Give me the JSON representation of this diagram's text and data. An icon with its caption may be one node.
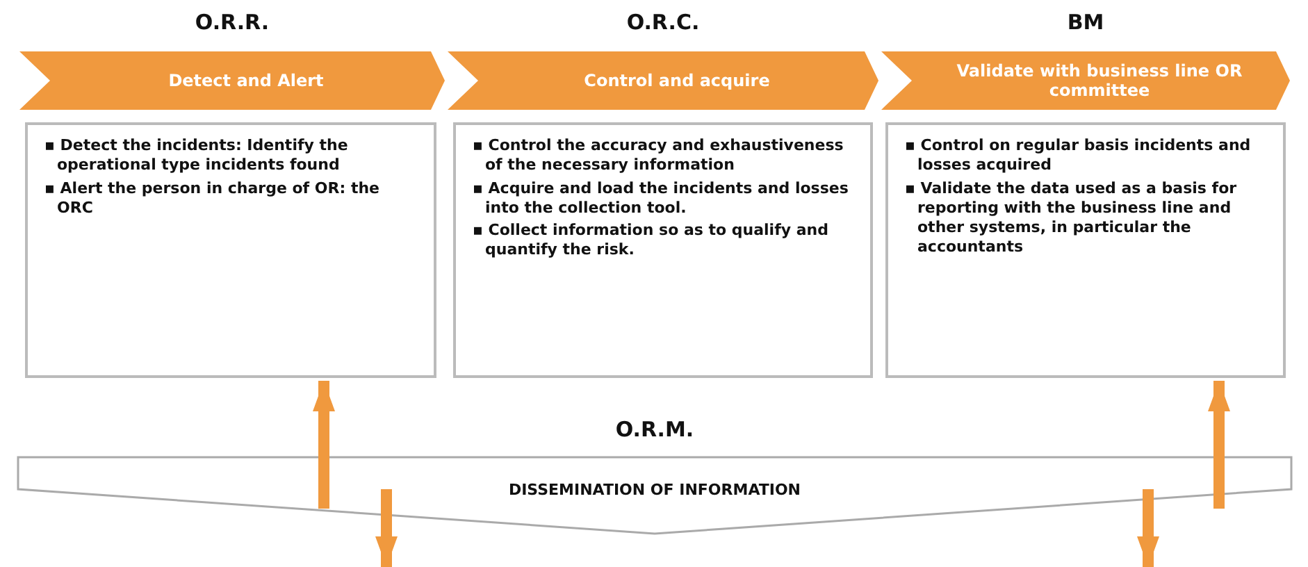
{
  "diagram": {
    "nodes": [
      {
        "text": [
          "O.R.R.",
          "Detect and Alert"
        ]
      },
      {
        "text": [
          "▪ Detect the incidents: Identify the operational type incidents found",
          "▪ Alert the person in charge of OR: the ORC"
        ]
      },
      {
        "text": [
          "O.R.C.",
          "Control and acquire"
        ]
      },
      {
        "text": [
          "▪ Control the accuracy and exhaustiveness of the necessary information",
          "▪ Acquire and load the incidents and losses into the collection tool.",
          "▪ Collect information so as to qualify and quantify the risk."
        ]
      },
      {
        "text": [
          "BM",
          "Validate with business line OR committee"
        ]
      },
      {
        "text": [
          "▪ Control on regular basis incidents and losses acquired",
          "▪ Validate the data used as a basis for reporting with the business line and other systems, in particular the accountants"
        ]
      },
      {
        "text": [
          "O.R.M.",
          "DISSEMINATION OF INFORMATION"
        ]
      }
    ],
    "edges": [
      {
        "from": 6,
        "to": 1,
        "arrow": "to"
      },
      {
        "from": 6,
        "to": null,
        "arrow": "to"
      },
      {
        "from": 6,
        "to": null,
        "arrow": "to"
      },
      {
        "from": 6,
        "to": 5,
        "arrow": "to"
      }
    ]
  }
}
